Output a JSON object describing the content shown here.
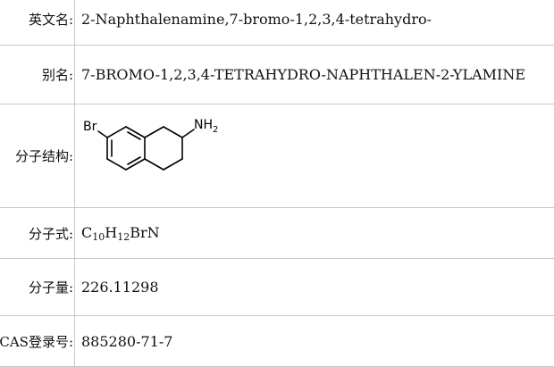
{
  "rows": [
    {
      "label": "英文名:",
      "value": "2-Naphthalenamine,7-bromo-1,2,3,4-tetrahydro-"
    },
    {
      "label": "别名:",
      "value": "7-BROMO-1,2,3,4-TETRAHYDRO-NAPHTHALEN-2-YLAMINE"
    },
    {
      "label": "分子结构:",
      "structure_labels": {
        "bromo": "Br",
        "amine": "NH",
        "amine_sub": "2"
      }
    },
    {
      "label": "分子式:",
      "formula": [
        {
          "t": "C",
          "sub": false
        },
        {
          "t": "10",
          "sub": true
        },
        {
          "t": "H",
          "sub": false
        },
        {
          "t": "12",
          "sub": true
        },
        {
          "t": "BrN",
          "sub": false
        }
      ]
    },
    {
      "label": "分子量:",
      "value": "226.11298"
    },
    {
      "label": "CAS登录号:",
      "value": "885280-71-7"
    }
  ]
}
